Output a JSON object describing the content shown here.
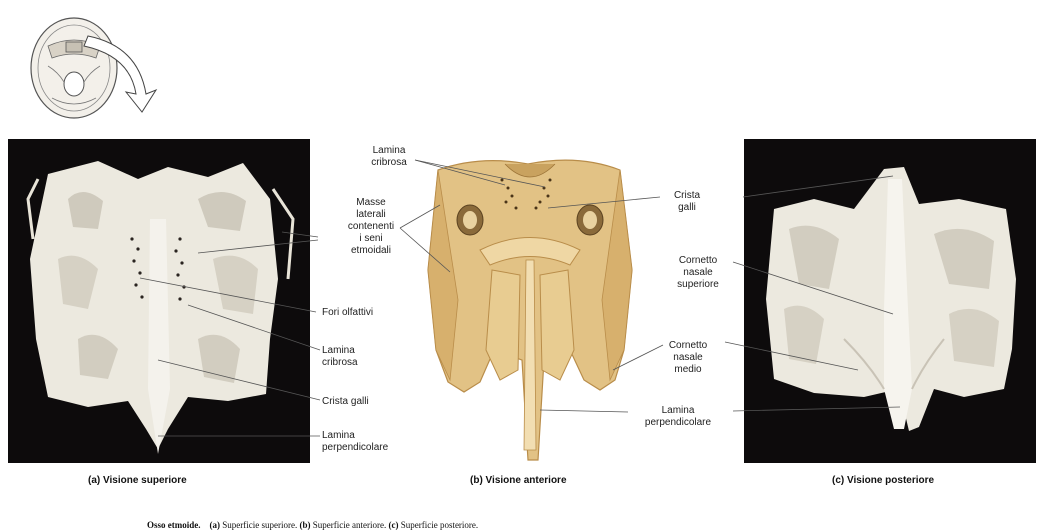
{
  "panels": {
    "a": {
      "caption": "(a)  Visione superiore"
    },
    "b": {
      "caption": "(b)  Visione anteriore"
    },
    "c": {
      "caption": "(c)  Visione posteriore"
    }
  },
  "labels": {
    "lamina_cribrosa_b": "Lamina\ncribrosa",
    "masse_laterali": "Masse\nlaterali\ncontenenti\ni seni\netmoidali",
    "fori_olfattivi": "Fori olfattivi",
    "lamina_cribrosa_a": "Lamina\ncribrosa",
    "crista_galli_a": "Crista galli",
    "lamina_perp_a": "Lamina\nperpendicolare",
    "crista_galli_b": "Crista\ngalli",
    "cornetto_superiore": "Cornetto\nnasale\nsuperiore",
    "cornetto_medio": "Cornetto\nnasale\nmedio",
    "lamina_perp_b": "Lamina\nperpendicolare"
  },
  "caption": {
    "title": "Osso etmoide.",
    "a_tag": "(a)",
    "a_text": " Superficie superiore.",
    "b_tag": "(b)",
    "b_text": " Superficie anteriore.",
    "c_tag": "(c)",
    "c_text": " Superficie posteriore."
  },
  "colors": {
    "photo_background": "#0d0b0c",
    "bone_white": "#ece9df",
    "bone_tan": "#e2c285",
    "bone_shadow": "#b98d4a"
  }
}
